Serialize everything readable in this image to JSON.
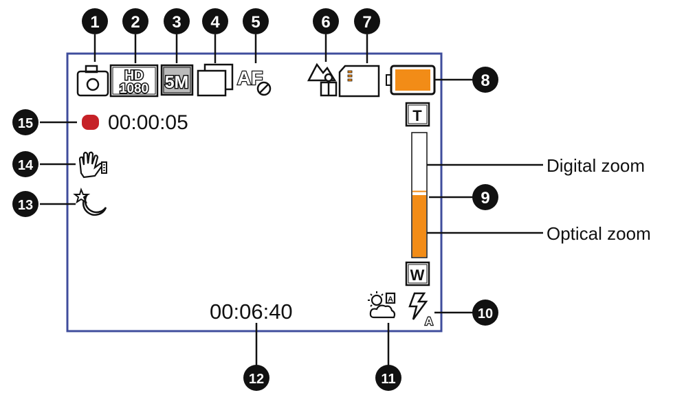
{
  "screen": {
    "recording_time": "00:00:05",
    "remaining_time": "00:06:40"
  },
  "icons": {
    "mode": "camera-icon",
    "video_resolution": {
      "top": "HD",
      "bottom": "1080"
    },
    "image_size": "5M",
    "blank_setting": "blank-frame-icon",
    "focus": {
      "text": "AF",
      "state": "disabled"
    },
    "scene": "scene-icon",
    "storage": "sd-card-icon",
    "battery": "battery-icon",
    "zoom_tele": "T",
    "zoom_wide": "W",
    "white_balance": {
      "text": "A",
      "icon": "white-balance-auto-icon"
    },
    "flash": {
      "text": "A",
      "icon": "flash-auto-icon"
    },
    "stabilizer": "stabilizer-icon",
    "night_mode": "night-mode-icon",
    "record_indicator": "record-dot-icon"
  },
  "zoom": {
    "optical_fraction": 0.5,
    "total_fraction": 0.53
  },
  "labels": {
    "digital_zoom": "Digital zoom",
    "optical_zoom": "Optical zoom"
  },
  "callouts": [
    "1",
    "2",
    "3",
    "4",
    "5",
    "6",
    "7",
    "8",
    "9",
    "10",
    "11",
    "12",
    "13",
    "14",
    "15"
  ],
  "colors": {
    "frame": "#3f4d9c",
    "battery_fill": "#f28c17",
    "zoom_fill": "#f28c17",
    "record_dot": "#c62127",
    "callout_fill": "#111111"
  }
}
